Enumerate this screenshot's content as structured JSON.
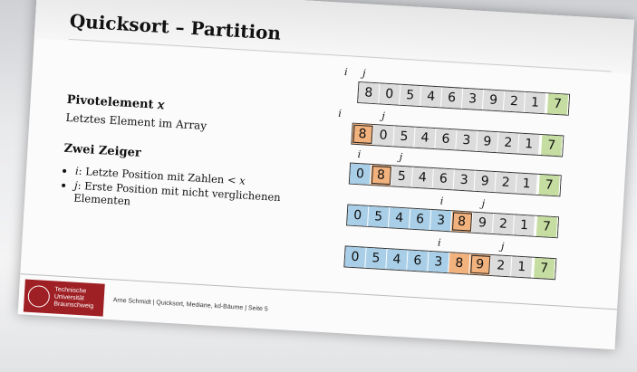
{
  "slide": {
    "title": "Quicksort – Partition",
    "pivot_heading": "Pivotelement 𝑥",
    "pivot_text": "Letztes Element im Array",
    "pointers_heading": "Zwei Zeiger",
    "bullets": [
      "𝑖: Letzte Position mit Zahlen < 𝑥",
      "𝑗: Erste Position mit nicht verglichenen Elementen"
    ],
    "pointer_i": "i",
    "pointer_j": "j",
    "rows": [
      {
        "values": [
          "8",
          "0",
          "5",
          "4",
          "6",
          "3",
          "9",
          "2",
          "1",
          "7"
        ],
        "colors": [
          "g",
          "g",
          "g",
          "g",
          "g",
          "g",
          "g",
          "g",
          "g",
          "green"
        ]
      },
      {
        "values": [
          "8",
          "0",
          "5",
          "4",
          "6",
          "3",
          "9",
          "2",
          "1",
          "7"
        ],
        "colors": [
          "orange",
          "g",
          "g",
          "g",
          "g",
          "g",
          "g",
          "g",
          "g",
          "green"
        ]
      },
      {
        "values": [
          "0",
          "8",
          "5",
          "4",
          "6",
          "3",
          "9",
          "2",
          "1",
          "7"
        ],
        "colors": [
          "blue",
          "orange",
          "g",
          "g",
          "g",
          "g",
          "g",
          "g",
          "g",
          "green"
        ]
      },
      {
        "values": [
          "0",
          "5",
          "4",
          "6",
          "3",
          "8",
          "9",
          "2",
          "1",
          "7"
        ],
        "colors": [
          "blue",
          "blue",
          "blue",
          "blue",
          "blue",
          "orange",
          "g",
          "g",
          "g",
          "green"
        ]
      },
      {
        "values": [
          "0",
          "5",
          "4",
          "6",
          "3",
          "8",
          "9",
          "2",
          "1",
          "7"
        ],
        "colors": [
          "blue",
          "blue",
          "blue",
          "blue",
          "blue",
          "orange",
          "orange",
          "g",
          "g",
          "green"
        ]
      }
    ]
  },
  "footer": {
    "university_line1": "Technische",
    "university_line2": "Universität",
    "university_line3": "Braunschweig",
    "credit": "Arne Schmidt | Quicksort, Mediane, kd-Bäume | Seite 5"
  }
}
